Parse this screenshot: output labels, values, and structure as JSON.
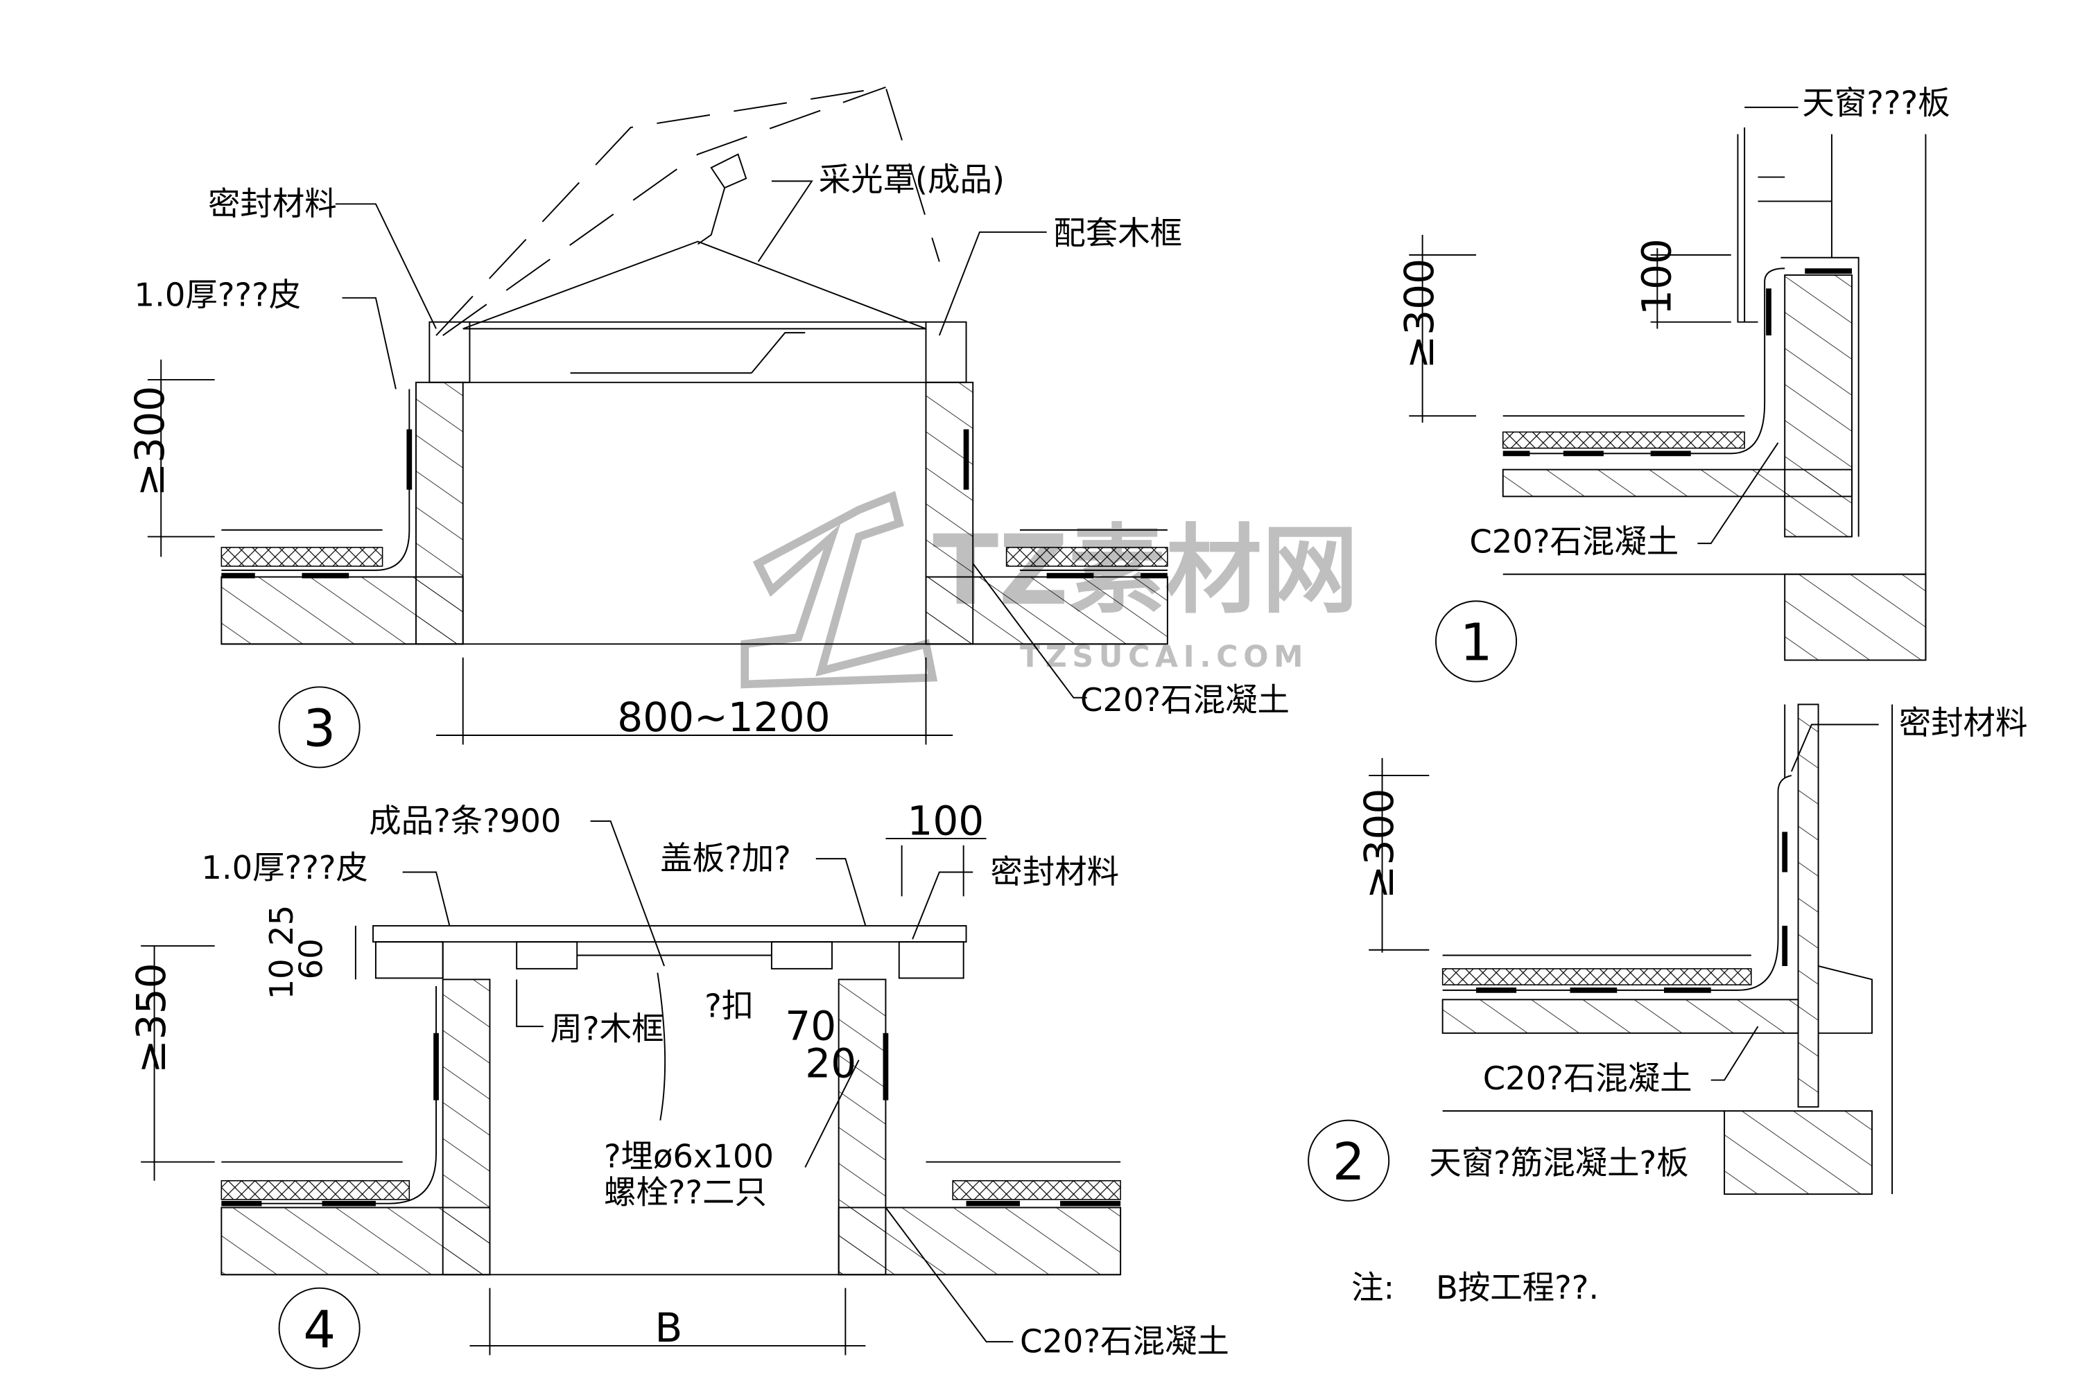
{
  "detail_3": {
    "marker": "3",
    "labels": {
      "sealant": "密封材料",
      "membrane": "1.0厚???皮",
      "skylight_cover": "采光罩(成品)",
      "wood_frame": "配套木框",
      "concrete": "C20?石混凝土"
    },
    "dims": {
      "height": "≥300",
      "opening": "800~1200"
    }
  },
  "detail_4": {
    "marker": "4",
    "labels": {
      "strip": "成品?条?900",
      "membrane": "1.0厚???皮",
      "cover_board": "盖板?加?",
      "sealant": "密封材料",
      "surround_frame": "周?木框",
      "buckle": "?扣",
      "anchor_bolt_1": "?埋ø6x100",
      "anchor_bolt_2": "螺栓??二只",
      "concrete": "C20?石混凝土"
    },
    "dims": {
      "top": "100",
      "layer_a": "10",
      "layer_b": "25",
      "layer_c": "60",
      "height": "≥350",
      "d70": "70",
      "d20": "20",
      "width": "B"
    }
  },
  "detail_1": {
    "marker": "1",
    "labels": {
      "panel": "天窗???板",
      "concrete": "C20?石混凝土"
    },
    "dims": {
      "height": "≥300",
      "upstand": "100"
    }
  },
  "detail_2": {
    "marker": "2",
    "labels": {
      "sealant": "密封材料",
      "concrete": "C20?石混凝土",
      "slab": "天窗?筋混凝土?板"
    },
    "dims": {
      "height": "≥300"
    }
  },
  "note": {
    "prefix": "注:",
    "text": "B按工程??."
  },
  "watermark": {
    "brand": "TZ素材网",
    "url": "TZSUCAI.COM"
  }
}
